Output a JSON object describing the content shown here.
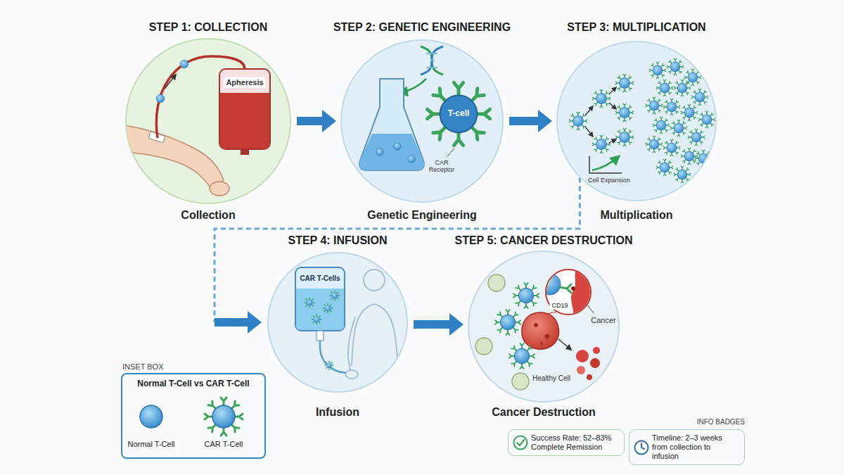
{
  "diagram": {
    "nodes": [
      {
        "text": [
          "STEP 1: COLLECTION",
          "Collection"
        ]
      },
      {
        "text": [
          "STEP 2: GENETIC ENGINEERING",
          "Genetic Engineering"
        ]
      },
      {
        "text": [
          "STEP 3: MULTIPLICATION",
          "Multiplication"
        ]
      },
      {
        "text": [
          "STEP 4: INFUSION",
          "Infusion"
        ]
      },
      {
        "text": [
          "STEP 5: CANCER DESTRUCTION",
          "Cancer Destruction"
        ]
      },
      {
        "text": [
          "INSET BOX",
          "Normal T-Cell vs CAR T-Cell"
        ]
      },
      {
        "text": [
          "Success Rate: 52–83% Complete Remission"
        ]
      },
      {
        "text": [
          "Timeline: 2–3 weeks from collection to infusion"
        ]
      }
    ],
    "edges": [
      {
        "from": 0,
        "to": 1,
        "arrow": "to"
      },
      {
        "from": 1,
        "to": 2,
        "arrow": "to"
      },
      {
        "from": 2,
        "to": 3,
        "arrow": "to"
      },
      {
        "from": 3,
        "to": 4,
        "arrow": "to"
      }
    ],
    "labels": [
      "Apheresis",
      "T-cell",
      "CAR Receptor",
      "Cell Expansion",
      "CAR T-Cells",
      "Cancer",
      "CD19",
      "Healthy Cell",
      "Normal T-Cell",
      "CAR T-Cell",
      "INFO BADGES"
    ]
  }
}
